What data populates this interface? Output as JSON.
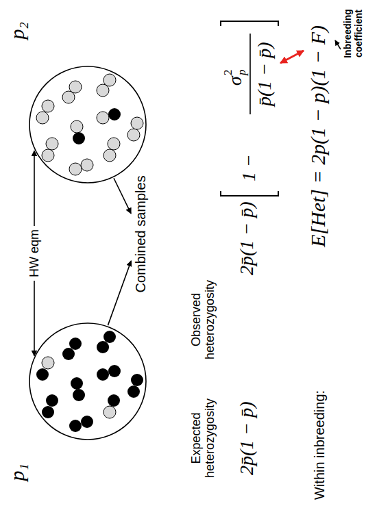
{
  "diagram": {
    "nodes": [
      {
        "text": [
          "p₁"
        ]
      },
      {
        "text": [
          "p₂"
        ]
      },
      {
        "text": [
          "Combined samples"
        ]
      }
    ],
    "edges": [
      {
        "from": 0,
        "to": 1,
        "label": "HW eqm",
        "arrow": "both"
      },
      {
        "from": 0,
        "to": 2,
        "arrow": "to"
      },
      {
        "from": 1,
        "to": 2,
        "arrow": "to"
      }
    ],
    "labels": [
      "Expected heterozygosity",
      "2p̄(1 − p̄)",
      "Observed heterozygosity",
      "2p̄(1 − p̄)",
      "1 −",
      "σ",
      "p",
      "2",
      "p̄(1 − p̄)",
      "Within inbreeding:",
      "E[Het] = 2p(1 − p)(1 − F)",
      "Inbreeding coefficient"
    ]
  }
}
